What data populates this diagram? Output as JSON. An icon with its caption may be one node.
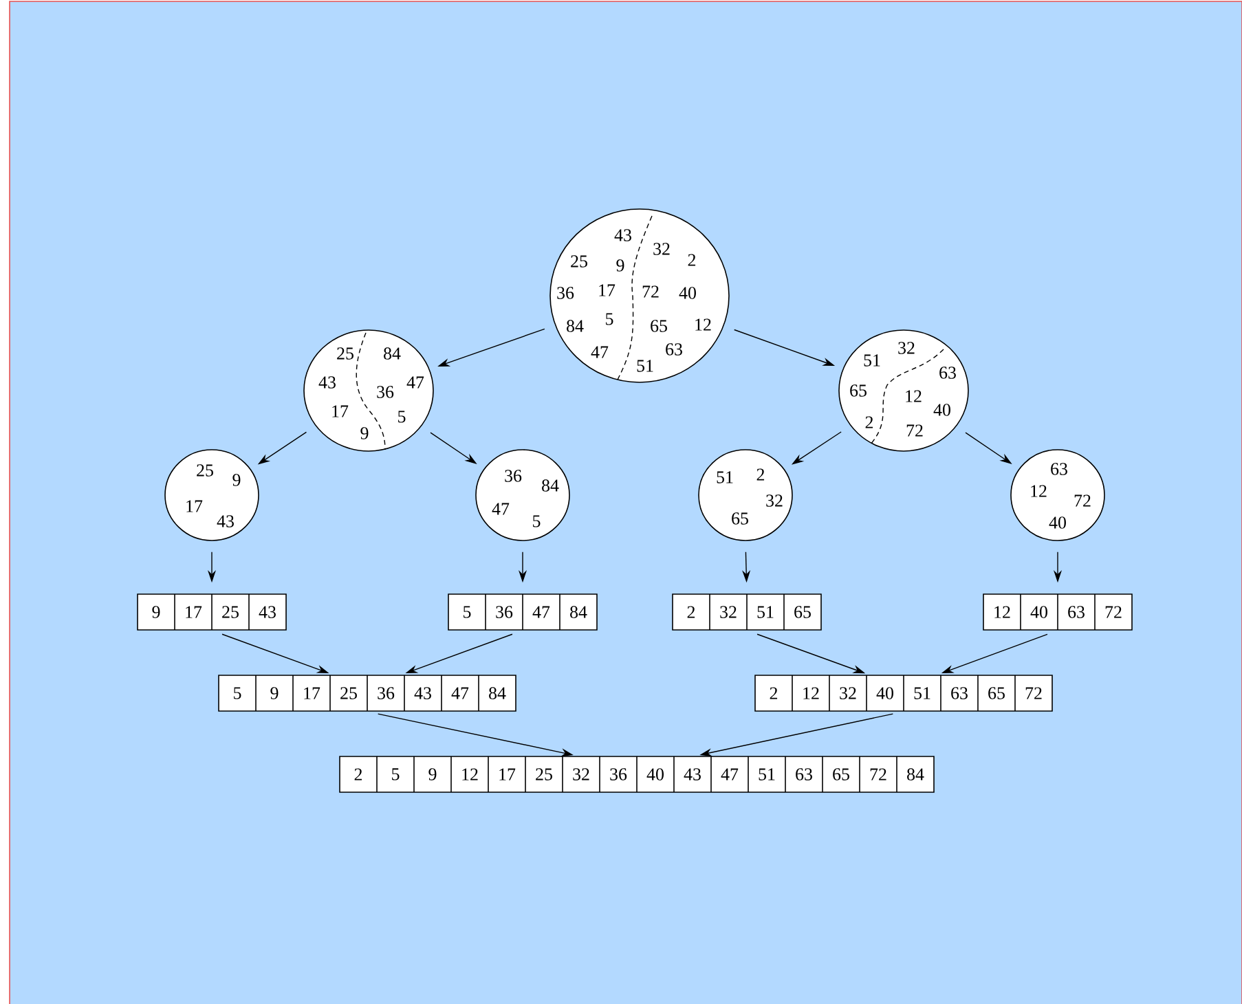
{
  "diagram": {
    "nodes": [
      {
        "text": [
          "43",
          "25",
          "9",
          "32",
          "2",
          "36",
          "17",
          "72",
          "40",
          "84",
          "5",
          "65",
          "12",
          "47",
          "63",
          "51"
        ]
      },
      {
        "text": [
          "25",
          "84",
          "43",
          "47",
          "36",
          "17",
          "5",
          "9"
        ]
      },
      {
        "text": [
          "32",
          "51",
          "63",
          "65",
          "12",
          "40",
          "2",
          "72"
        ]
      },
      {
        "text": [
          "25",
          "9",
          "17",
          "43"
        ]
      },
      {
        "text": [
          "36",
          "84",
          "47",
          "5"
        ]
      },
      {
        "text": [
          "51",
          "2",
          "32",
          "65"
        ]
      },
      {
        "text": [
          "63",
          "12",
          "72",
          "40"
        ]
      },
      {
        "text": [
          "9",
          "17",
          "25",
          "43"
        ]
      },
      {
        "text": [
          "5",
          "36",
          "47",
          "84"
        ]
      },
      {
        "text": [
          "2",
          "32",
          "51",
          "65"
        ]
      },
      {
        "text": [
          "12",
          "40",
          "63",
          "72"
        ]
      },
      {
        "text": [
          "5",
          "9",
          "17",
          "25",
          "36",
          "43",
          "47",
          "84"
        ]
      },
      {
        "text": [
          "2",
          "12",
          "32",
          "40",
          "51",
          "63",
          "65",
          "72"
        ]
      },
      {
        "text": [
          "2",
          "5",
          "9",
          "12",
          "17",
          "25",
          "32",
          "36",
          "40",
          "43",
          "47",
          "51",
          "63",
          "65",
          "72",
          "84"
        ]
      }
    ],
    "edges": [
      {
        "from": 0,
        "to": 1,
        "arrow": "to"
      },
      {
        "from": 0,
        "to": 2,
        "arrow": "to"
      },
      {
        "from": 1,
        "to": 3,
        "arrow": "to"
      },
      {
        "from": 1,
        "to": 4,
        "arrow": "to"
      },
      {
        "from": 2,
        "to": 5,
        "arrow": "to"
      },
      {
        "from": 2,
        "to": 6,
        "arrow": "to"
      },
      {
        "from": 3,
        "to": 7,
        "arrow": "to"
      },
      {
        "from": 4,
        "to": 8,
        "arrow": "to"
      },
      {
        "from": 5,
        "to": 9,
        "arrow": "to"
      },
      {
        "from": 6,
        "to": 10,
        "arrow": "to"
      },
      {
        "from": 7,
        "to": 11,
        "arrow": "to"
      },
      {
        "from": 8,
        "to": 11,
        "arrow": "to"
      },
      {
        "from": 9,
        "to": 12,
        "arrow": "to"
      },
      {
        "from": 10,
        "to": 12,
        "arrow": "to"
      },
      {
        "from": 11,
        "to": 13,
        "arrow": "to"
      },
      {
        "from": 12,
        "to": 13,
        "arrow": "to"
      }
    ]
  }
}
